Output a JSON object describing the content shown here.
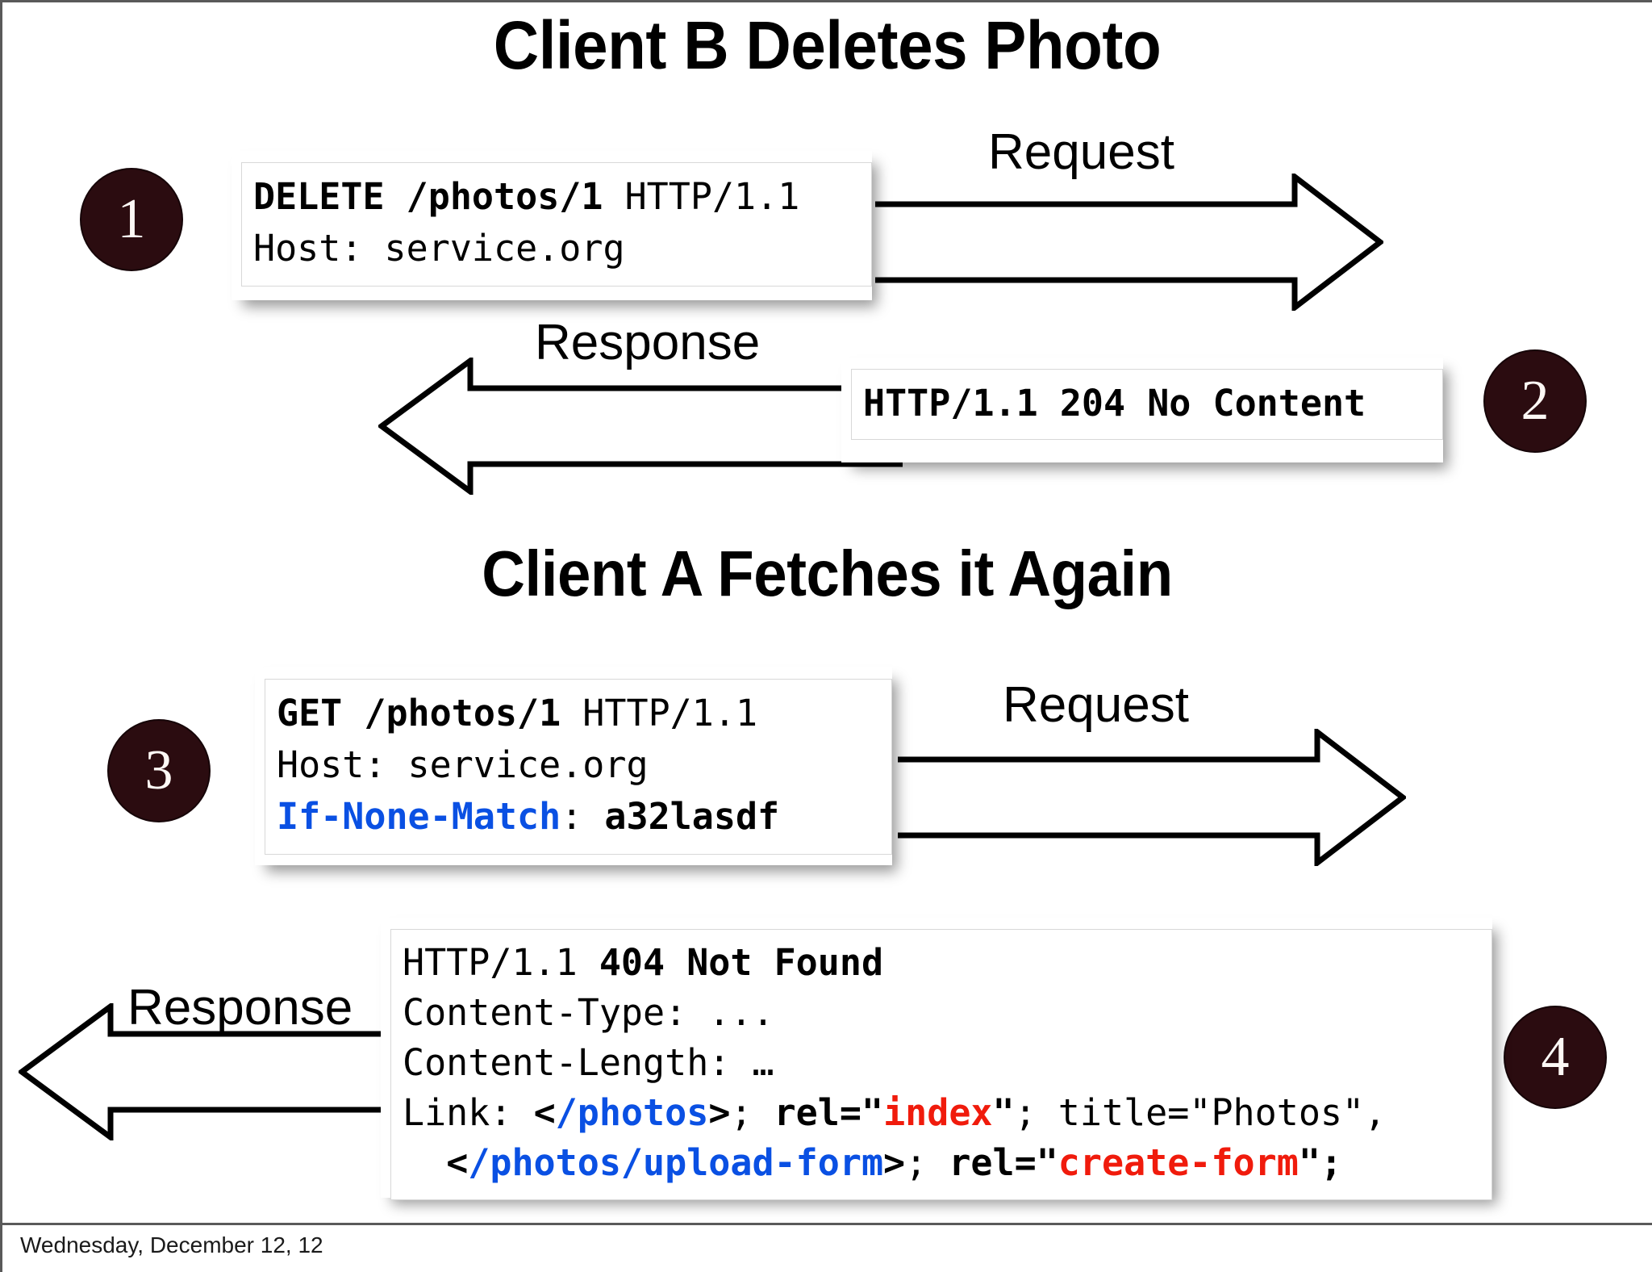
{
  "slide": {
    "background_color": "#ffffff",
    "footer_date": "Wednesday, December 12, 12"
  },
  "headings": {
    "top": "Client B Deletes Photo",
    "middle": "Client A Fetches it Again"
  },
  "steps": [
    {
      "number": "1",
      "color": "#2b0c10"
    },
    {
      "number": "2",
      "color": "#2b0c10"
    },
    {
      "number": "3",
      "color": "#2b0c10"
    },
    {
      "number": "4",
      "color": "#2b0c10"
    }
  ],
  "arrows": [
    {
      "name": "request-arrow-1",
      "label": "Request",
      "direction": "right"
    },
    {
      "name": "response-arrow-1",
      "label": "Response",
      "direction": "left"
    },
    {
      "name": "request-arrow-2",
      "label": "Request",
      "direction": "right"
    },
    {
      "name": "response-arrow-2",
      "label": "Response",
      "direction": "left"
    }
  ],
  "messages": {
    "delete_request": {
      "step": "1",
      "kind": "request",
      "lines": [
        {
          "segments": [
            {
              "text": "DELETE /photos/1",
              "style": "bold"
            },
            {
              "text": " HTTP/1.1",
              "style": "normal"
            }
          ]
        },
        {
          "segments": [
            {
              "text": "Host: service.org",
              "style": "normal"
            }
          ]
        }
      ]
    },
    "delete_response": {
      "step": "2",
      "kind": "response",
      "lines": [
        {
          "segments": [
            {
              "text": "HTTP/1.1 204 No Content",
              "style": "bold"
            }
          ]
        }
      ]
    },
    "get_request": {
      "step": "3",
      "kind": "request",
      "lines": [
        {
          "segments": [
            {
              "text": "GET /photos/1",
              "style": "bold"
            },
            {
              "text": " HTTP/1.1",
              "style": "normal"
            }
          ]
        },
        {
          "segments": [
            {
              "text": "Host: service.org",
              "style": "normal"
            }
          ]
        },
        {
          "segments": [
            {
              "text": "If-None-Match",
              "style": "blue-bold"
            },
            {
              "text": ": ",
              "style": "normal"
            },
            {
              "text": "a32lasdf",
              "style": "bold"
            }
          ]
        }
      ]
    },
    "get_response": {
      "step": "4",
      "kind": "response",
      "lines": [
        {
          "segments": [
            {
              "text": "HTTP/1.1 ",
              "style": "normal"
            },
            {
              "text": "404 Not Found",
              "style": "bold"
            }
          ]
        },
        {
          "segments": [
            {
              "text": "Content-Type: ...",
              "style": "normal"
            }
          ]
        },
        {
          "segments": [
            {
              "text": "Content-Length: …",
              "style": "normal"
            }
          ]
        },
        {
          "segments": [
            {
              "text": "Link: ",
              "style": "normal"
            },
            {
              "text": "<",
              "style": "bold"
            },
            {
              "text": "/photos",
              "style": "blue-bold"
            },
            {
              "text": ">",
              "style": "bold"
            },
            {
              "text": "; ",
              "style": "normal"
            },
            {
              "text": "rel=\"",
              "style": "bold"
            },
            {
              "text": "index",
              "style": "red-bold"
            },
            {
              "text": "\"",
              "style": "bold"
            },
            {
              "text": "; title=\"Photos\",",
              "style": "normal"
            }
          ]
        },
        {
          "segments": [
            {
              "text": "  ",
              "style": "normal"
            },
            {
              "text": "<",
              "style": "bold"
            },
            {
              "text": "/photos/upload-form",
              "style": "blue-bold"
            },
            {
              "text": ">",
              "style": "bold"
            },
            {
              "text": "; ",
              "style": "normal"
            },
            {
              "text": "rel=\"",
              "style": "bold"
            },
            {
              "text": "create-form",
              "style": "red-bold"
            },
            {
              "text": "\";",
              "style": "bold"
            }
          ]
        }
      ]
    }
  },
  "colors": {
    "header_blue": "#0a50e3",
    "rel_red": "#f01b0c",
    "circle_maroon": "#2b0c10",
    "text_black": "#000000"
  }
}
